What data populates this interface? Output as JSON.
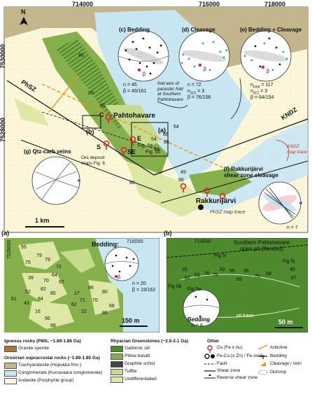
{
  "colors": {
    "conglomerate": "#c8e6f2",
    "andesite": "#fdf7da",
    "trachyandesite": "#c2b68a",
    "gabbroic_sill": "#4d8a2c",
    "pillow_basalt": "#86b04b",
    "graphite_schist": "#444444",
    "tuffite": "#c6dc8c",
    "undifferentiated": "#dde8a6",
    "cu_symbol": "#d9262a",
    "orange_axis": "#e8941c"
  },
  "main_map": {
    "coords_top": [
      "714000",
      "716000",
      "718000"
    ],
    "coords_left": [
      "7530000",
      "7528000"
    ],
    "north": "N",
    "place_names": [
      "Pahtohavare",
      "Rakkurijärvi"
    ],
    "zones": [
      "PhSZ",
      "KNDZ"
    ],
    "box_labels": [
      "(a)",
      "(b)"
    ],
    "pit_labels": [
      "C",
      "E",
      "SE",
      "S"
    ],
    "fig_labels": [
      "Fig. 5e",
      "Fig. 5c"
    ],
    "scale": "1 km",
    "dips": [
      "40",
      "85",
      "80",
      "49",
      "86",
      "66",
      "54",
      "66",
      "54",
      "86",
      "64"
    ],
    "inset_titles": [
      "(c) Bedding",
      "(d) Cleavage",
      "(e) Bedding + Cleavage"
    ],
    "inset_stats": [
      [
        "n = 45",
        "β = 49/161"
      ],
      [
        "n = 72",
        "n",
        "SCI",
        "= 3",
        "β = 76/156"
      ],
      [
        "n",
        "total",
        "= 117",
        "n",
        "SCI",
        "= 3",
        "β = 64/154"
      ]
    ],
    "beta_label": "β",
    "fold_axis_note": [
      "fold axis of",
      "parasitic fold",
      "at Southern",
      "Pahtohavare"
    ],
    "qtz_label": "(g) Qtz-carb veins",
    "ore_note": [
      "Ore deposit",
      "maps Fig. 6"
    ],
    "rakku_label": [
      "(f) Rakkurijärvi",
      "shear zone cleavage"
    ],
    "kndz_trace": [
      "KNDZ",
      "map trace"
    ],
    "phsz_trace": "PhSZ map trace",
    "f_n": "n = 7"
  },
  "panel_a": {
    "label": "(a)",
    "coord_top": "716000",
    "coord_left": "7528000",
    "bedding_title": "Bedding:",
    "stats": [
      "n = 20",
      "β = 19/162"
    ],
    "beta": "β",
    "scale": "150 m",
    "dips": [
      "55",
      "79",
      "75",
      "79",
      "72",
      "64",
      "39",
      "70",
      "67",
      "82",
      "85",
      "52",
      "61",
      "84",
      "43",
      "62",
      "16",
      "56",
      "88",
      "86",
      "80",
      "70",
      "66",
      "17",
      "71",
      "86",
      "22"
    ]
  },
  "panel_b": {
    "label": "(b)",
    "coord_top": "714000",
    "title": [
      "Southern Pahtohavare",
      "open pit (flooded)"
    ],
    "figs": [
      "Fig 5i",
      "Fig 5j",
      "Fig 5b",
      "Fig 5a"
    ],
    "dips": [
      "35",
      "82",
      "62",
      "76",
      "75",
      "82",
      "55",
      "56",
      "75",
      "45",
      "67",
      "58",
      "68"
    ],
    "bedding_title": "Bedding",
    "n": "n = 8",
    "pit_trace": "pit trace",
    "scale": "50 m"
  },
  "legend": {
    "igneous_title": "Igneous rocks (PMS, ~1.89-1.86 Ga)",
    "granite": "Granite-syenite",
    "orosirian_title": "Orosirian supracrustal rocks (~1.89-1.85 Ga)",
    "trachy": "Trachyandesite (Hopukka fmn.)",
    "congl": "Conglomerate (Kurravaara conglomerate)",
    "andesite": "Andesite (Porphyrite group)",
    "rhyacian_title": "Rhyacian Greenstones (~2.5-2.1 Ga)",
    "gabbro": "Gabbroic sill",
    "pillow": "Pillow basalt",
    "graphite": "Graphite schist",
    "tuffite": "Tuffite",
    "undiff": "Undifferentiated",
    "other_title": "Other",
    "cu": "Cu (Fe ± Au)",
    "fecu": "Fe-Cu (± Zn) / Fe-oxide",
    "fault": "Fault",
    "shear": "Shear zone",
    "reverse": "Reverse shear zone",
    "anticline": "Anticline",
    "bedding": "Bedding",
    "cleavage": "Cleavage / vein",
    "outcrop": "Outcrop"
  }
}
